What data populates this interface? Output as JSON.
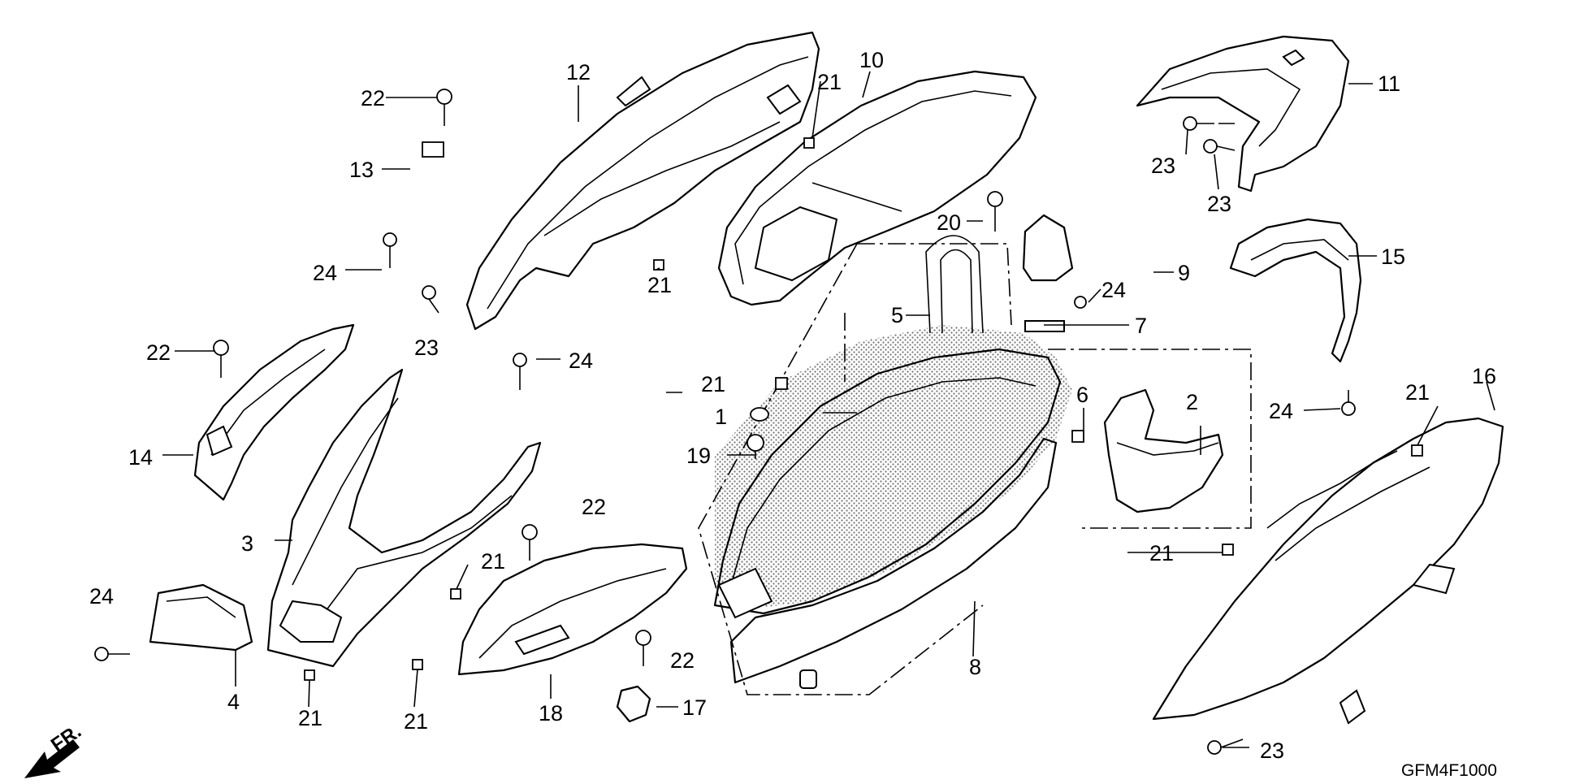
{
  "diagram": {
    "code": "GFM4F1000",
    "direction_label": "FR.",
    "callouts": [
      "1",
      "2",
      "3",
      "4",
      "5",
      "6",
      "7",
      "8",
      "9",
      "10",
      "11",
      "12",
      "13",
      "14",
      "15",
      "16",
      "17",
      "18",
      "19",
      "20",
      "21",
      "22",
      "23",
      "24"
    ],
    "labels": {
      "n1": "1",
      "n2": "2",
      "n3": "3",
      "n4": "4",
      "n5": "5",
      "n6": "6",
      "n7": "7",
      "n8": "8",
      "n9": "9",
      "n10": "10",
      "n11": "11",
      "n12": "12",
      "n13": "13",
      "n14": "14",
      "n15": "15",
      "n16": "16",
      "n17": "17",
      "n18": "18",
      "n19": "19",
      "n20": "20",
      "n21": "21",
      "n22": "22",
      "n23": "23",
      "n24": "24"
    }
  }
}
